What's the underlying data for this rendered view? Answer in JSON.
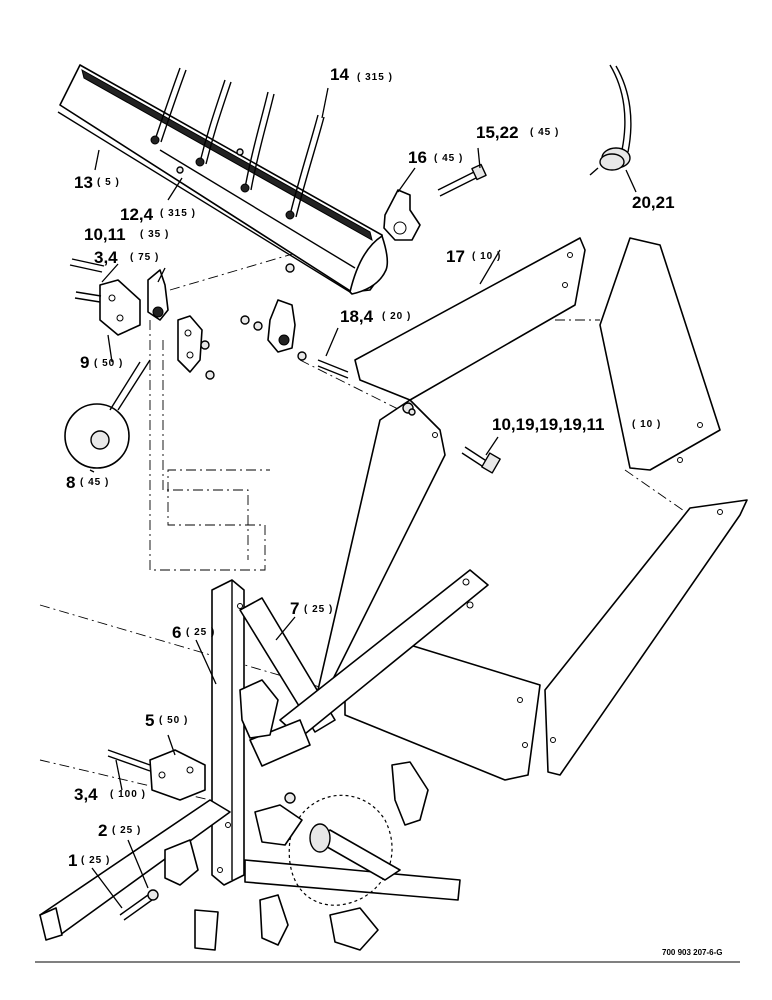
{
  "callouts": [
    {
      "id": "c14",
      "num": "14",
      "qty": "( 315 )"
    },
    {
      "id": "c13",
      "num": "13",
      "qty": "( 5 )"
    },
    {
      "id": "c12",
      "num": "12,4",
      "qty": "( 315 )"
    },
    {
      "id": "c16",
      "num": "16",
      "qty": "( 45 )"
    },
    {
      "id": "c15",
      "num": "15,22",
      "qty": "( 45 )"
    },
    {
      "id": "c2021",
      "num": "20,21",
      "qty": ""
    },
    {
      "id": "c10a",
      "num": "10,11",
      "qty": "( 35 )"
    },
    {
      "id": "c34a",
      "num": "3,4",
      "qty": "( 75 )"
    },
    {
      "id": "c17",
      "num": "17",
      "qty": "( 10 )"
    },
    {
      "id": "c9",
      "num": "9",
      "qty": "( 50 )"
    },
    {
      "id": "c18",
      "num": "18,4",
      "qty": "( 20 )"
    },
    {
      "id": "c10b",
      "num": "10,19,19,19,11",
      "qty": "( 10 )"
    },
    {
      "id": "c8",
      "num": "8",
      "qty": "( 45 )"
    },
    {
      "id": "c7",
      "num": "7",
      "qty": "( 25 )"
    },
    {
      "id": "c6",
      "num": "6",
      "qty": "( 25 )"
    },
    {
      "id": "c5",
      "num": "5",
      "qty": "( 50 )"
    },
    {
      "id": "c34b",
      "num": "3,4",
      "qty": "( 100 )"
    },
    {
      "id": "c2",
      "num": "2",
      "qty": "( 25 )"
    },
    {
      "id": "c1",
      "num": "1",
      "qty": "( 25 )"
    }
  ],
  "drawing_number": "700 903 207-6-G"
}
